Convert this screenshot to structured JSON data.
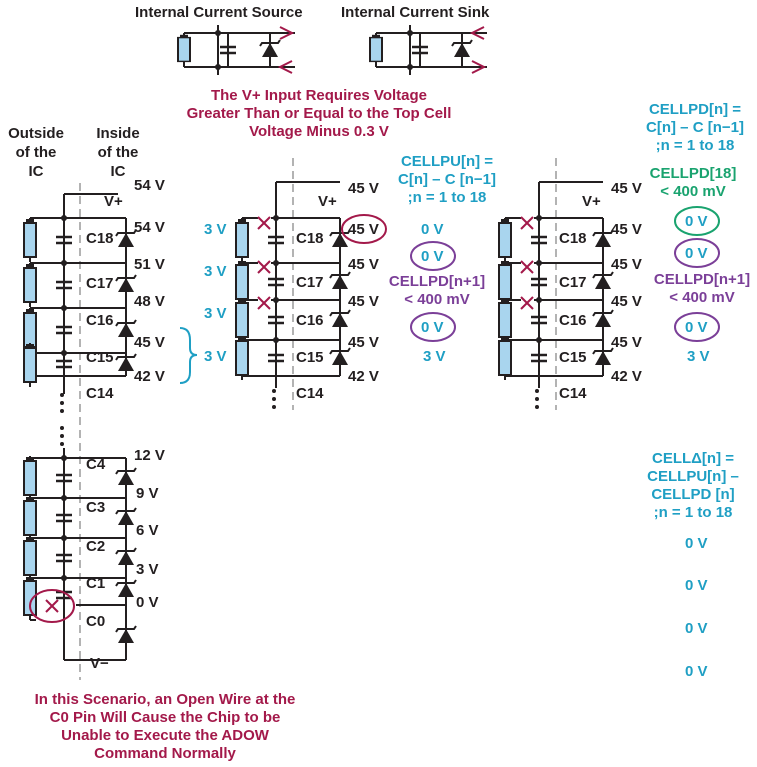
{
  "legend": {
    "source_label": "Internal Current Source",
    "sink_label": "Internal Current Sink"
  },
  "note_top": [
    "The V+ Input Requires Voltage",
    "Greater Than or Equal to the Top Cell",
    "Voltage Minus 0.3 V"
  ],
  "side_labels": {
    "outside": [
      "Outside",
      "of the",
      "IC"
    ],
    "inside": [
      "Inside",
      "of the",
      "IC"
    ]
  },
  "left_stack": {
    "vplus": "V+",
    "vminus": "V−",
    "top_voltage": "54 V",
    "upper_pins": [
      {
        "pin": "C18",
        "voltage": "54 V"
      },
      {
        "pin": "C17",
        "voltage": "51 V"
      },
      {
        "pin": "C16",
        "voltage": "48 V"
      },
      {
        "pin": "C15",
        "voltage": "45 V"
      }
    ],
    "c15_bottom_voltage": "42 V",
    "c14": "C14",
    "lower_pins": [
      {
        "pin": "C4",
        "voltage": "12 V"
      },
      {
        "pin": "C3",
        "voltage": "9 V"
      },
      {
        "pin": "C2",
        "voltage": "6 V"
      },
      {
        "pin": "C1",
        "voltage": "3 V"
      },
      {
        "pin": "C0",
        "voltage": "0 V"
      }
    ],
    "brace_voltage": "3 V"
  },
  "middle_stack": {
    "vplus": "V+",
    "top_voltage": "45 V",
    "pin_voltages": [
      "45 V",
      "45 V",
      "45 V",
      "45 V"
    ],
    "bottom_voltage": "42 V",
    "pins": [
      "C18",
      "C17",
      "C16",
      "C15"
    ],
    "c14": "C14",
    "cell_voltages": [
      "3 V",
      "3 V",
      "3 V",
      "3 V"
    ],
    "formula": [
      "CELLPU[n] =",
      "C[n] – C [n−1]",
      ";n = 1 to 18"
    ],
    "results": [
      "0 V",
      "0 V",
      "0 V",
      "3 V"
    ],
    "threshold": [
      "CELLPD[n+1]",
      "< 400 mV"
    ]
  },
  "right_stack": {
    "vplus": "V+",
    "top_voltage": "45 V",
    "pin_voltages": [
      "45 V",
      "45 V",
      "45 V",
      "45 V"
    ],
    "bottom_voltage": "42 V",
    "pins": [
      "C18",
      "C17",
      "C16",
      "C15"
    ],
    "c14": "C14",
    "formula": [
      "CELLPD[n] =",
      "C[n] – C [n−1]",
      ";n = 1 to 18"
    ],
    "top_threshold": [
      "CELLPD[18]",
      "< 400 mV"
    ],
    "results": [
      "0 V",
      "0 V",
      "0 V",
      "3 V"
    ],
    "threshold": [
      "CELLPD[n+1]",
      "< 400 mV"
    ]
  },
  "delta": {
    "formula": [
      "CELLΔ[n] =",
      "CELLPU[n] –",
      "CELLPD [n]",
      ";n = 1 to 18"
    ],
    "values": [
      "0 V",
      "0 V",
      "0 V",
      "0 V"
    ]
  },
  "note_bottom": [
    "In this Scenario, an Open Wire at the",
    "C0 Pin Will Cause the Chip to be",
    "Unable to Execute the ADOW",
    "Command Normally"
  ],
  "colors": {
    "teal": "#1f9fc4",
    "crimson": "#a3194a",
    "purple": "#7b3f98",
    "green": "#1aa36f",
    "cell_fill": "#a9d5ee",
    "wire": "#231f20"
  }
}
